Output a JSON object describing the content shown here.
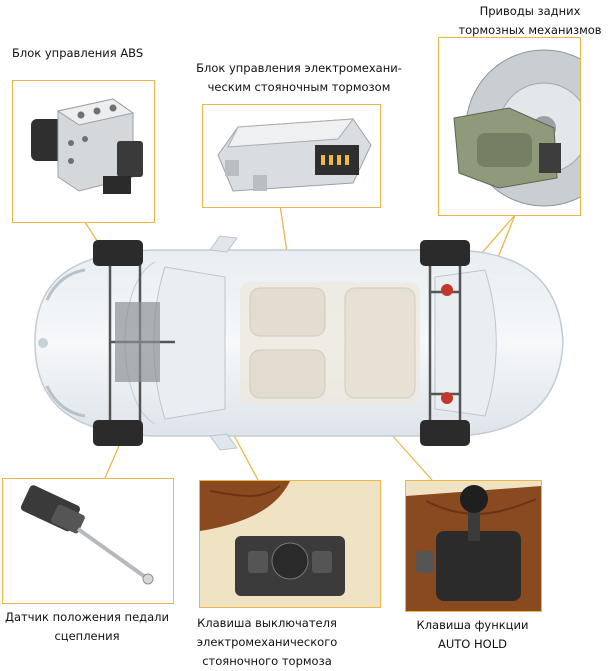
{
  "labels": {
    "abs": "Блок управления ABS",
    "epb_line1": "Блок управления электромехани-",
    "epb_line2": "ческим стояночным тормозом",
    "rear_line1": "Приводы задних",
    "rear_line2": "тормозных механизмов",
    "clutch_line1": "Датчик положения педали",
    "clutch_line2": "сцепления",
    "switch_line1": "Клавиша выключателя",
    "switch_line2": "электромеханического",
    "switch_line3": "стояночного тормоза",
    "autohold_line1": "Клавиша функции",
    "autohold_line2": "AUTO HOLD"
  },
  "colors": {
    "panel_border": "#e8b84a",
    "callout_line": "#e8b84a",
    "wood": "#8a4a1f",
    "cream": "#efe3c4",
    "car_body": "#dfe6ec"
  }
}
